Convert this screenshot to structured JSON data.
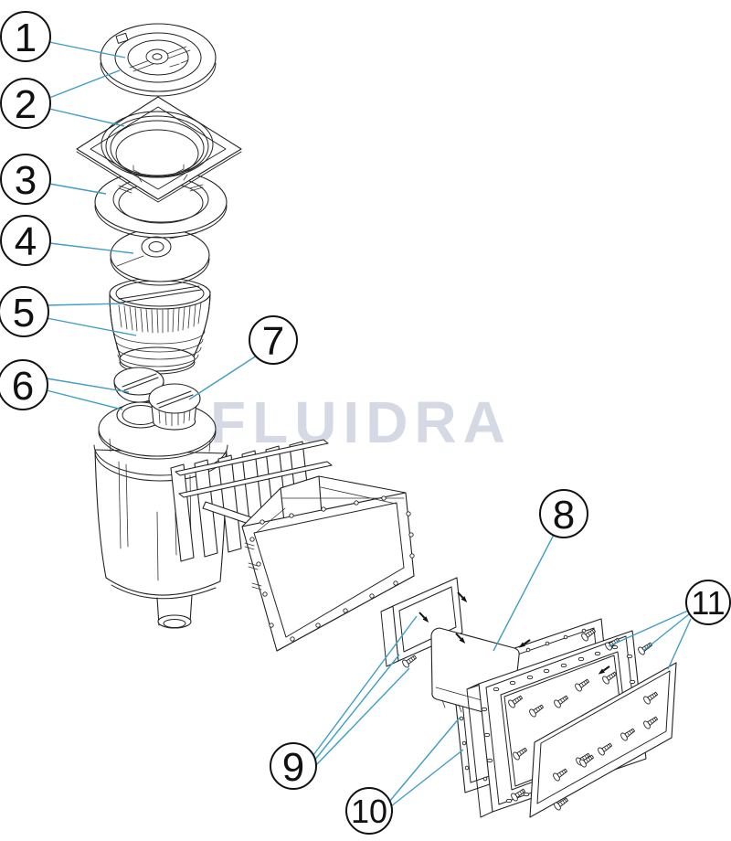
{
  "diagram": {
    "type": "exploded-parts-diagram",
    "watermark": {
      "text": "FLUIDRA",
      "color": "#D5D9E4"
    },
    "colors": {
      "background": "#FFFFFF",
      "ink": "#222222",
      "leader_line": "#3E9EC3"
    },
    "callouts": [
      {
        "label": "1"
      },
      {
        "label": "2"
      },
      {
        "label": "3"
      },
      {
        "label": "4"
      },
      {
        "label": "5"
      },
      {
        "label": "6"
      },
      {
        "label": "7"
      },
      {
        "label": "8"
      },
      {
        "label": "9"
      },
      {
        "label": "10"
      },
      {
        "label": "11"
      }
    ]
  }
}
